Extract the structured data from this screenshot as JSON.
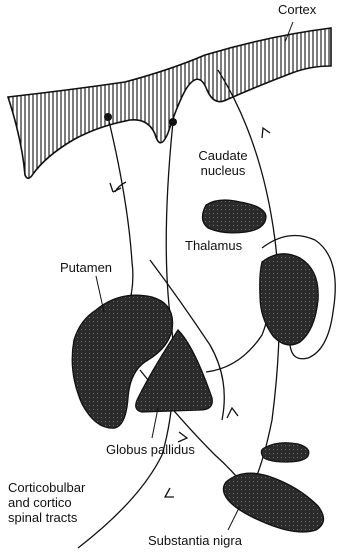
{
  "labels": {
    "cortex": "Cortex",
    "caudate_line1": "Caudate",
    "caudate_line2": "nucleus",
    "thalamus": "Thalamus",
    "putamen": "Putamen",
    "globus_pallidus": "Globus pallidus",
    "tracts_line1": "Corticobulbar",
    "tracts_line2": "and cortico",
    "tracts_line3": "spinal tracts",
    "substantia_nigra": "Substantia nigra"
  },
  "colors": {
    "ink": "#111111",
    "structure_fill": "#2b2b2b",
    "hatch_fill": "#ffffff",
    "background": "#ffffff"
  }
}
